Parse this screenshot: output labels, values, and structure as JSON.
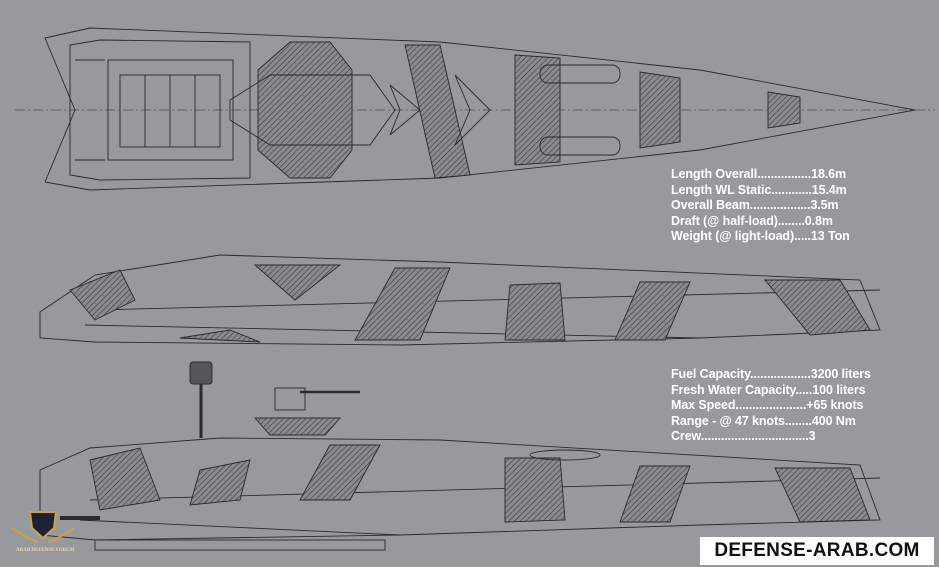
{
  "specs_dimensions": [
    {
      "label": "Length Overall",
      "dots": "................",
      "value": "18.6m"
    },
    {
      "label": "Length WL Static",
      "dots": "............",
      "value": "15.4m"
    },
    {
      "label": "Overall Beam",
      "dots": "..................",
      "value": "3.5m"
    },
    {
      "label": "Draft (@ half-load)",
      "dots": "........",
      "value": "0.8m"
    },
    {
      "label": "Weight (@ light-load)",
      "dots": ".....",
      "value": "13 Ton"
    }
  ],
  "specs_performance": [
    {
      "label": "Fuel Capacity",
      "dots": "..................",
      "value": "3200 liters"
    },
    {
      "label": "Fresh Water Capacity",
      "dots": ".....",
      "value": "100 liters"
    },
    {
      "label": "Max Speed",
      "dots": ".....................",
      "value": "+65 knots"
    },
    {
      "label": "Range - @ 47 knots",
      "dots": "........",
      "value": "400 Nm"
    },
    {
      "label": "Crew",
      "dots": "................................",
      "value": "3"
    }
  ],
  "watermark": "DEFENSE-ARAB.COM",
  "logo_text": "ARAB DEFENSE FORUM",
  "colors": {
    "background": "#98999d",
    "line": "#2a2a2e",
    "hatch": "#55565a",
    "text": "#ffffff"
  }
}
